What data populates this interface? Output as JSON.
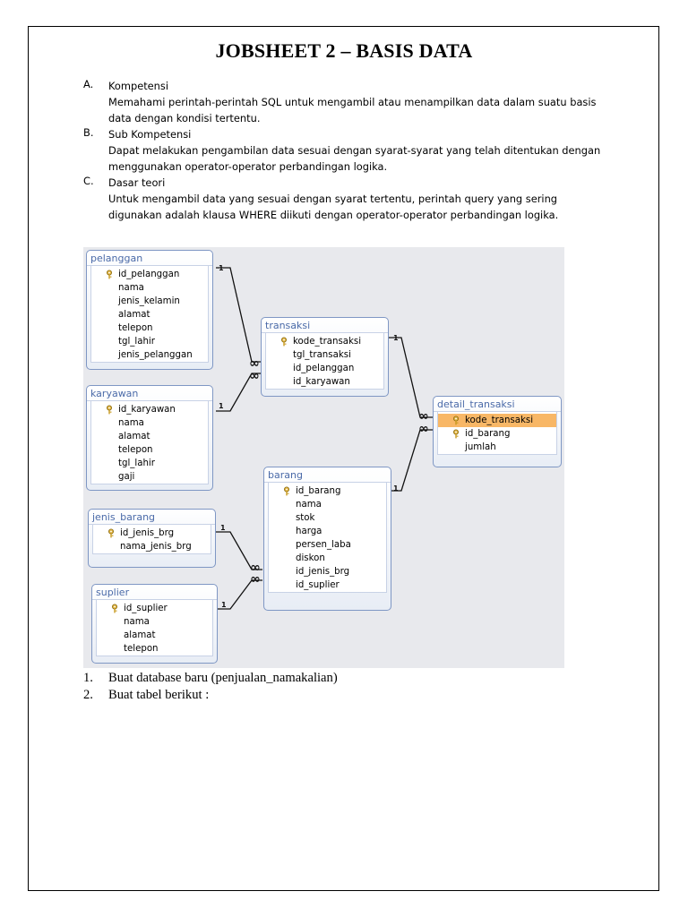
{
  "title": "JOBSHEET 2 – BASIS DATA",
  "sections": [
    {
      "letter": "A.",
      "heading": "Kompetensi",
      "lines": [
        "Memahami perintah-perintah SQL untuk mengambil atau menampilkan data dalam suatu basis",
        "data dengan kondisi tertentu."
      ]
    },
    {
      "letter": "B.",
      "heading": "Sub Kompetensi",
      "lines": [
        "Dapat melakukan pengambilan data sesuai dengan syarat-syarat yang telah ditentukan dengan",
        "menggunakan operator-operator perbandingan logika."
      ]
    },
    {
      "letter": "C.",
      "heading": "Dasar teori",
      "lines": [
        "Untuk mengambil data yang sesuai dengan syarat tertentu, perintah query yang sering",
        "digunakan adalah klausa WHERE diikuti dengan operator-operator perbandingan logika."
      ]
    }
  ],
  "diagram": {
    "tables": {
      "pelanggan": {
        "name": "pelanggan",
        "columns": [
          "id_pelanggan",
          "nama",
          "jenis_kelamin",
          "alamat",
          "telepon",
          "tgl_lahir",
          "jenis_pelanggan"
        ]
      },
      "karyawan": {
        "name": "karyawan",
        "columns": [
          "id_karyawan",
          "nama",
          "alamat",
          "telepon",
          "tgl_lahir",
          "gaji"
        ]
      },
      "transaksi": {
        "name": "transaksi",
        "columns": [
          "kode_transaksi",
          "tgl_transaksi",
          "id_pelanggan",
          "id_karyawan"
        ]
      },
      "detail_transaksi": {
        "name": "detail_transaksi",
        "columns": [
          "kode_transaksi",
          "id_barang",
          "jumlah"
        ]
      },
      "barang": {
        "name": "barang",
        "columns": [
          "id_barang",
          "nama",
          "stok",
          "harga",
          "persen_laba",
          "diskon",
          "id_jenis_brg",
          "id_suplier"
        ]
      },
      "jenis_barang": {
        "name": "jenis_barang",
        "columns": [
          "id_jenis_brg",
          "nama_jenis_brg"
        ]
      },
      "suplier": {
        "name": "suplier",
        "columns": [
          "id_suplier",
          "nama",
          "alamat",
          "telepon"
        ]
      }
    },
    "one_label": "1",
    "many_label": "∞",
    "key_color": "#e0b440",
    "highlight_color": "#f8b766"
  },
  "steps": [
    {
      "num": "1.",
      "text": "Buat database baru (penjualan_namakalian)"
    },
    {
      "num": "2.",
      "text": "Buat tabel berikut :"
    }
  ]
}
